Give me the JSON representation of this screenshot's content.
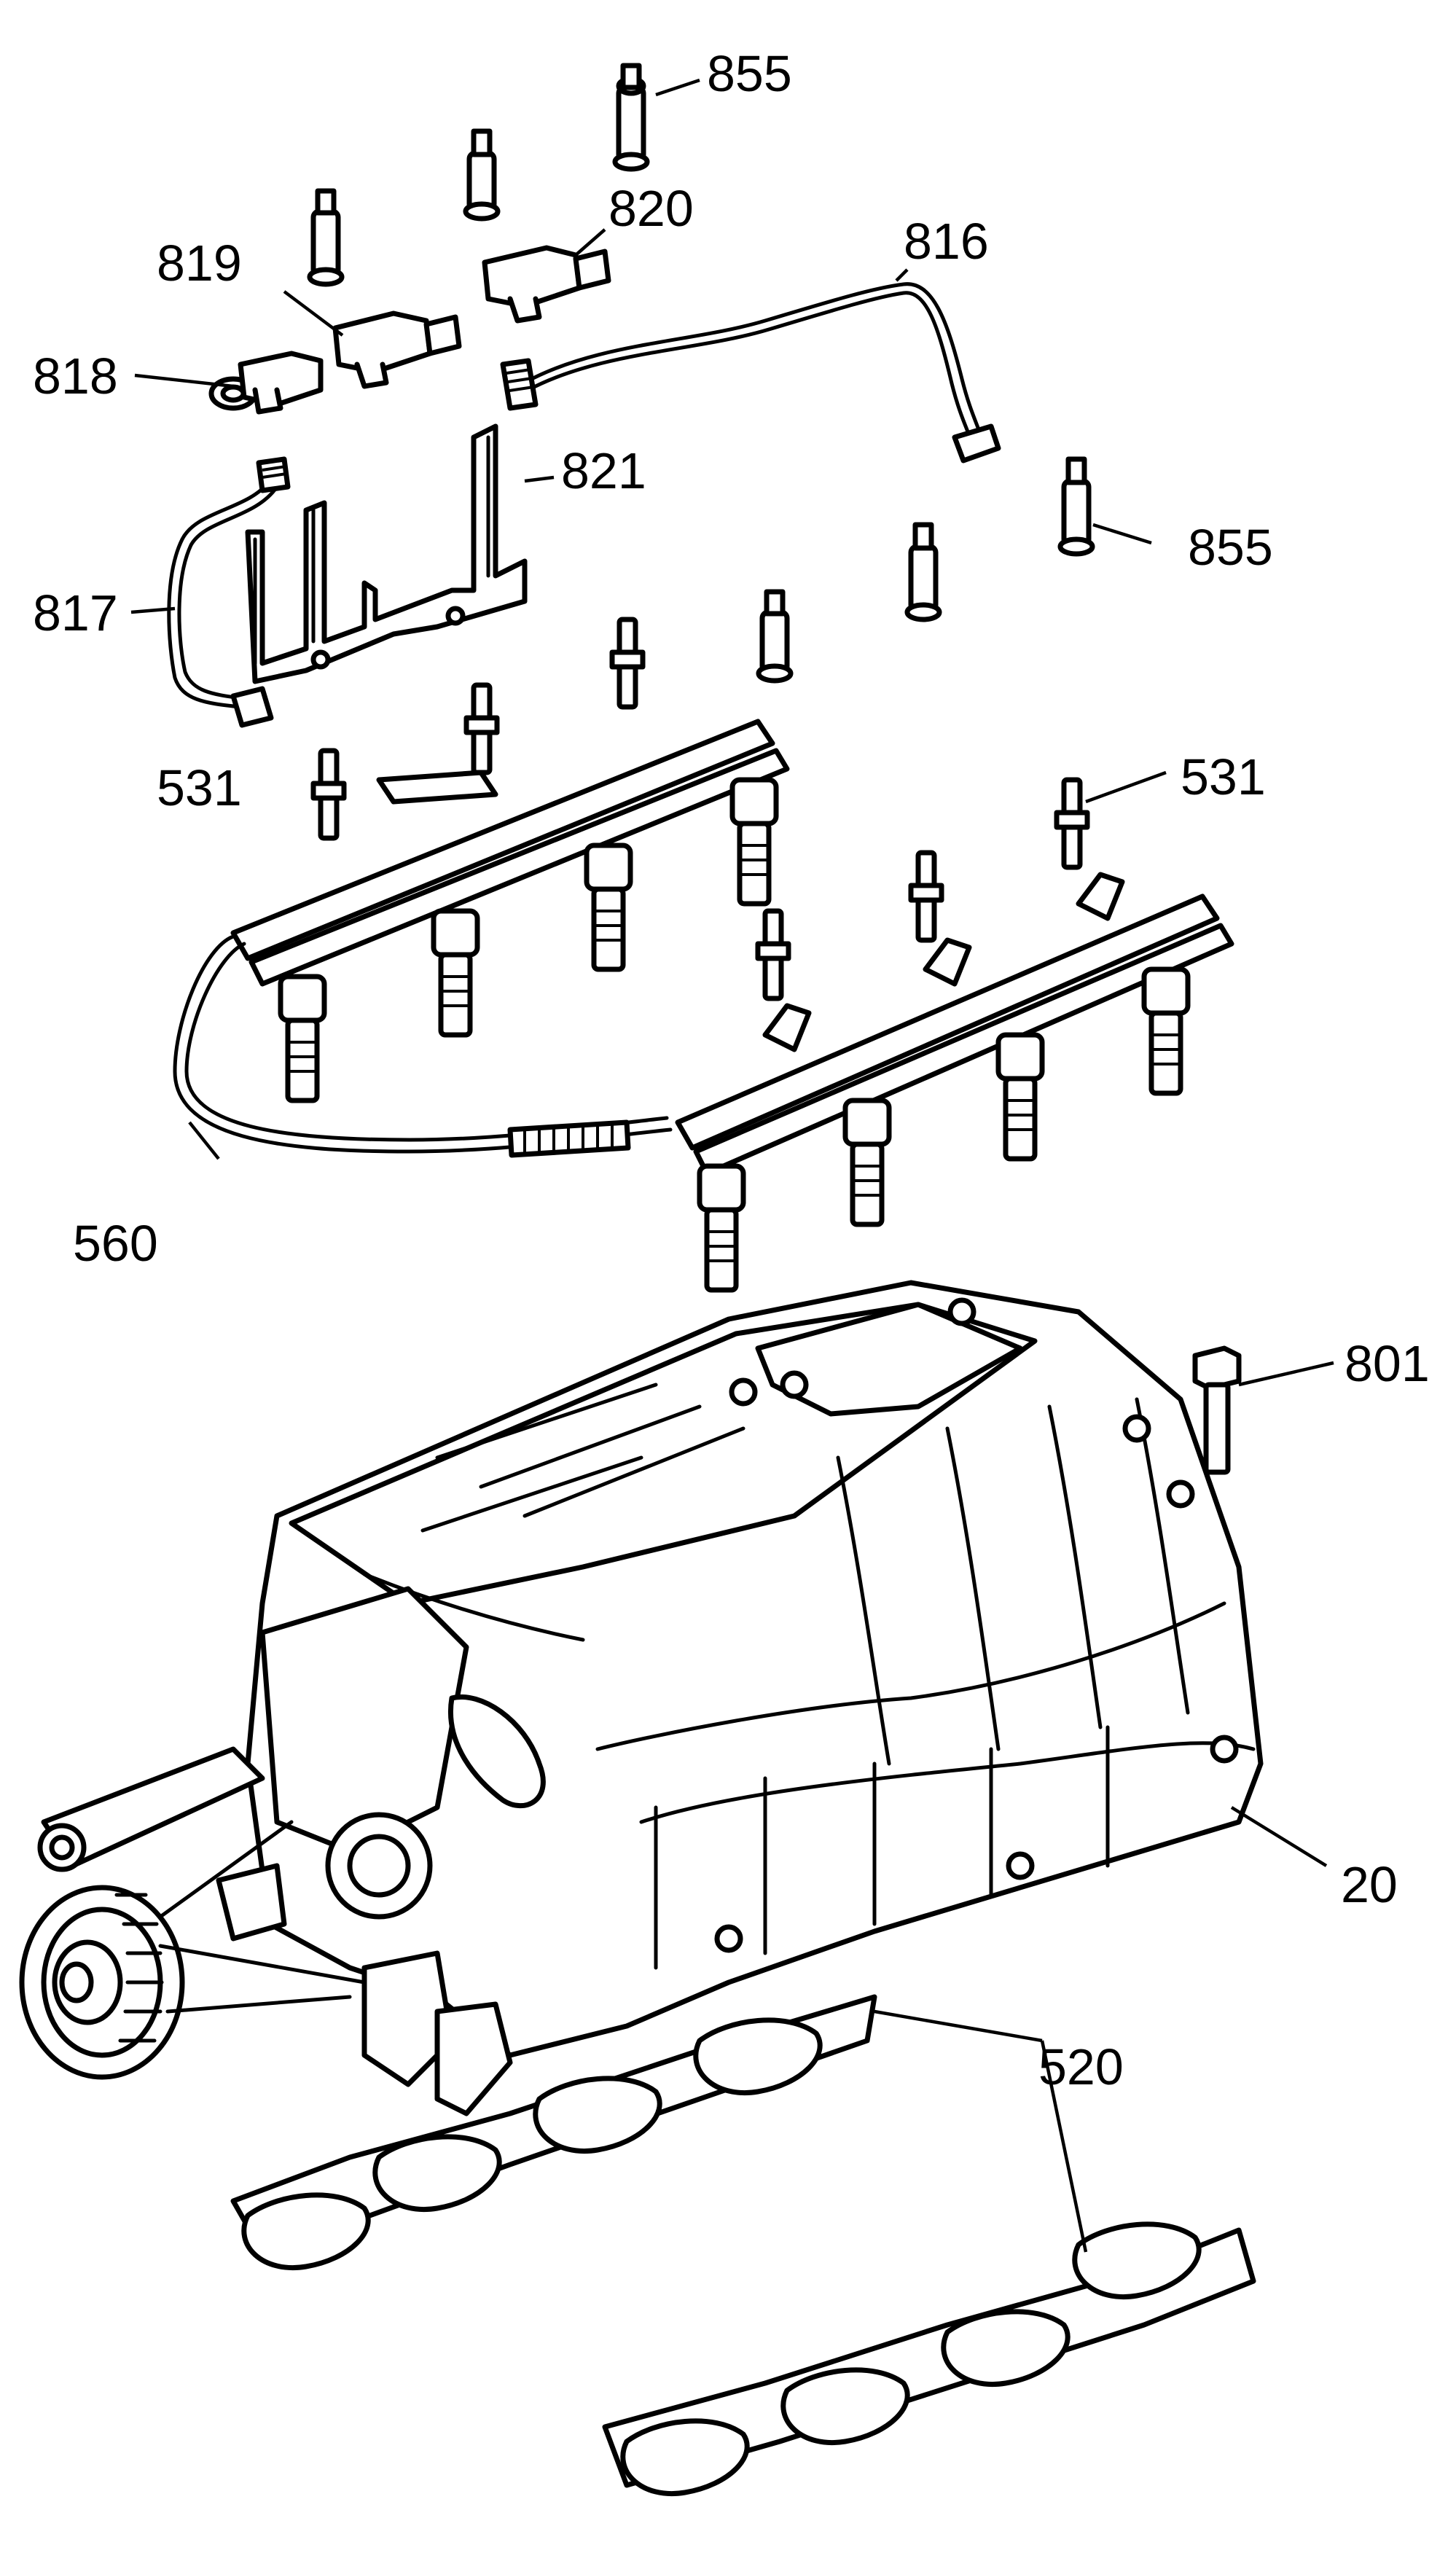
{
  "labels": {
    "l855a": "855",
    "l820": "820",
    "l819": "819",
    "l816": "816",
    "l818": "818",
    "l821": "821",
    "l855b": "855",
    "l817": "817",
    "l531a": "531",
    "l531b": "531",
    "l560": "560",
    "l801": "801",
    "l20": "20",
    "l520": "520"
  },
  "colors": {
    "line": "#000000",
    "background": "#ffffff"
  }
}
